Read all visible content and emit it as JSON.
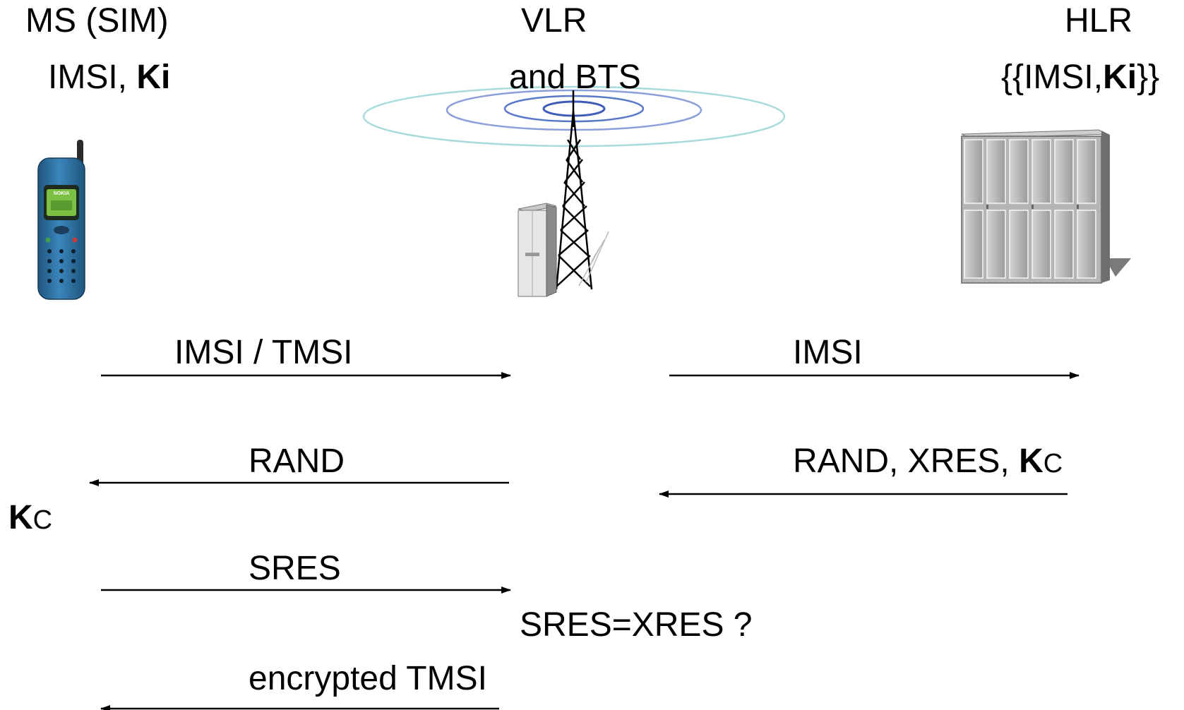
{
  "entities": {
    "ms": {
      "title": "MS (SIM)",
      "key_prefix": "IMSI, ",
      "key_bold": "Ki"
    },
    "vlr": {
      "title": "VLR",
      "subtitle": "and BTS"
    },
    "hlr": {
      "title": "HLR",
      "db_open": "{{IMSI,",
      "db_bold": "Ki",
      "db_close": "}}"
    }
  },
  "phone_brand": "NOKIA",
  "messages": {
    "imsi_tmsi": "IMSI / TMSI",
    "imsi": "IMSI",
    "rand": "RAND",
    "rand_xres_prefix": "RAND, XRES, ",
    "kc_big": "K",
    "kc_small": "C",
    "sres": "SRES",
    "compare": "SRES=XRES ?",
    "encrypted_tmsi": "encrypted TMSI"
  },
  "ms_kc": {
    "big": "K",
    "small": "C"
  },
  "colors": {
    "phone_body": "#2f6f9e",
    "phone_screen": "#7bc043",
    "server_gray": "#a8a8a8",
    "wave_blue": "#5a78c8",
    "wave_teal": "#9cd6d6"
  }
}
